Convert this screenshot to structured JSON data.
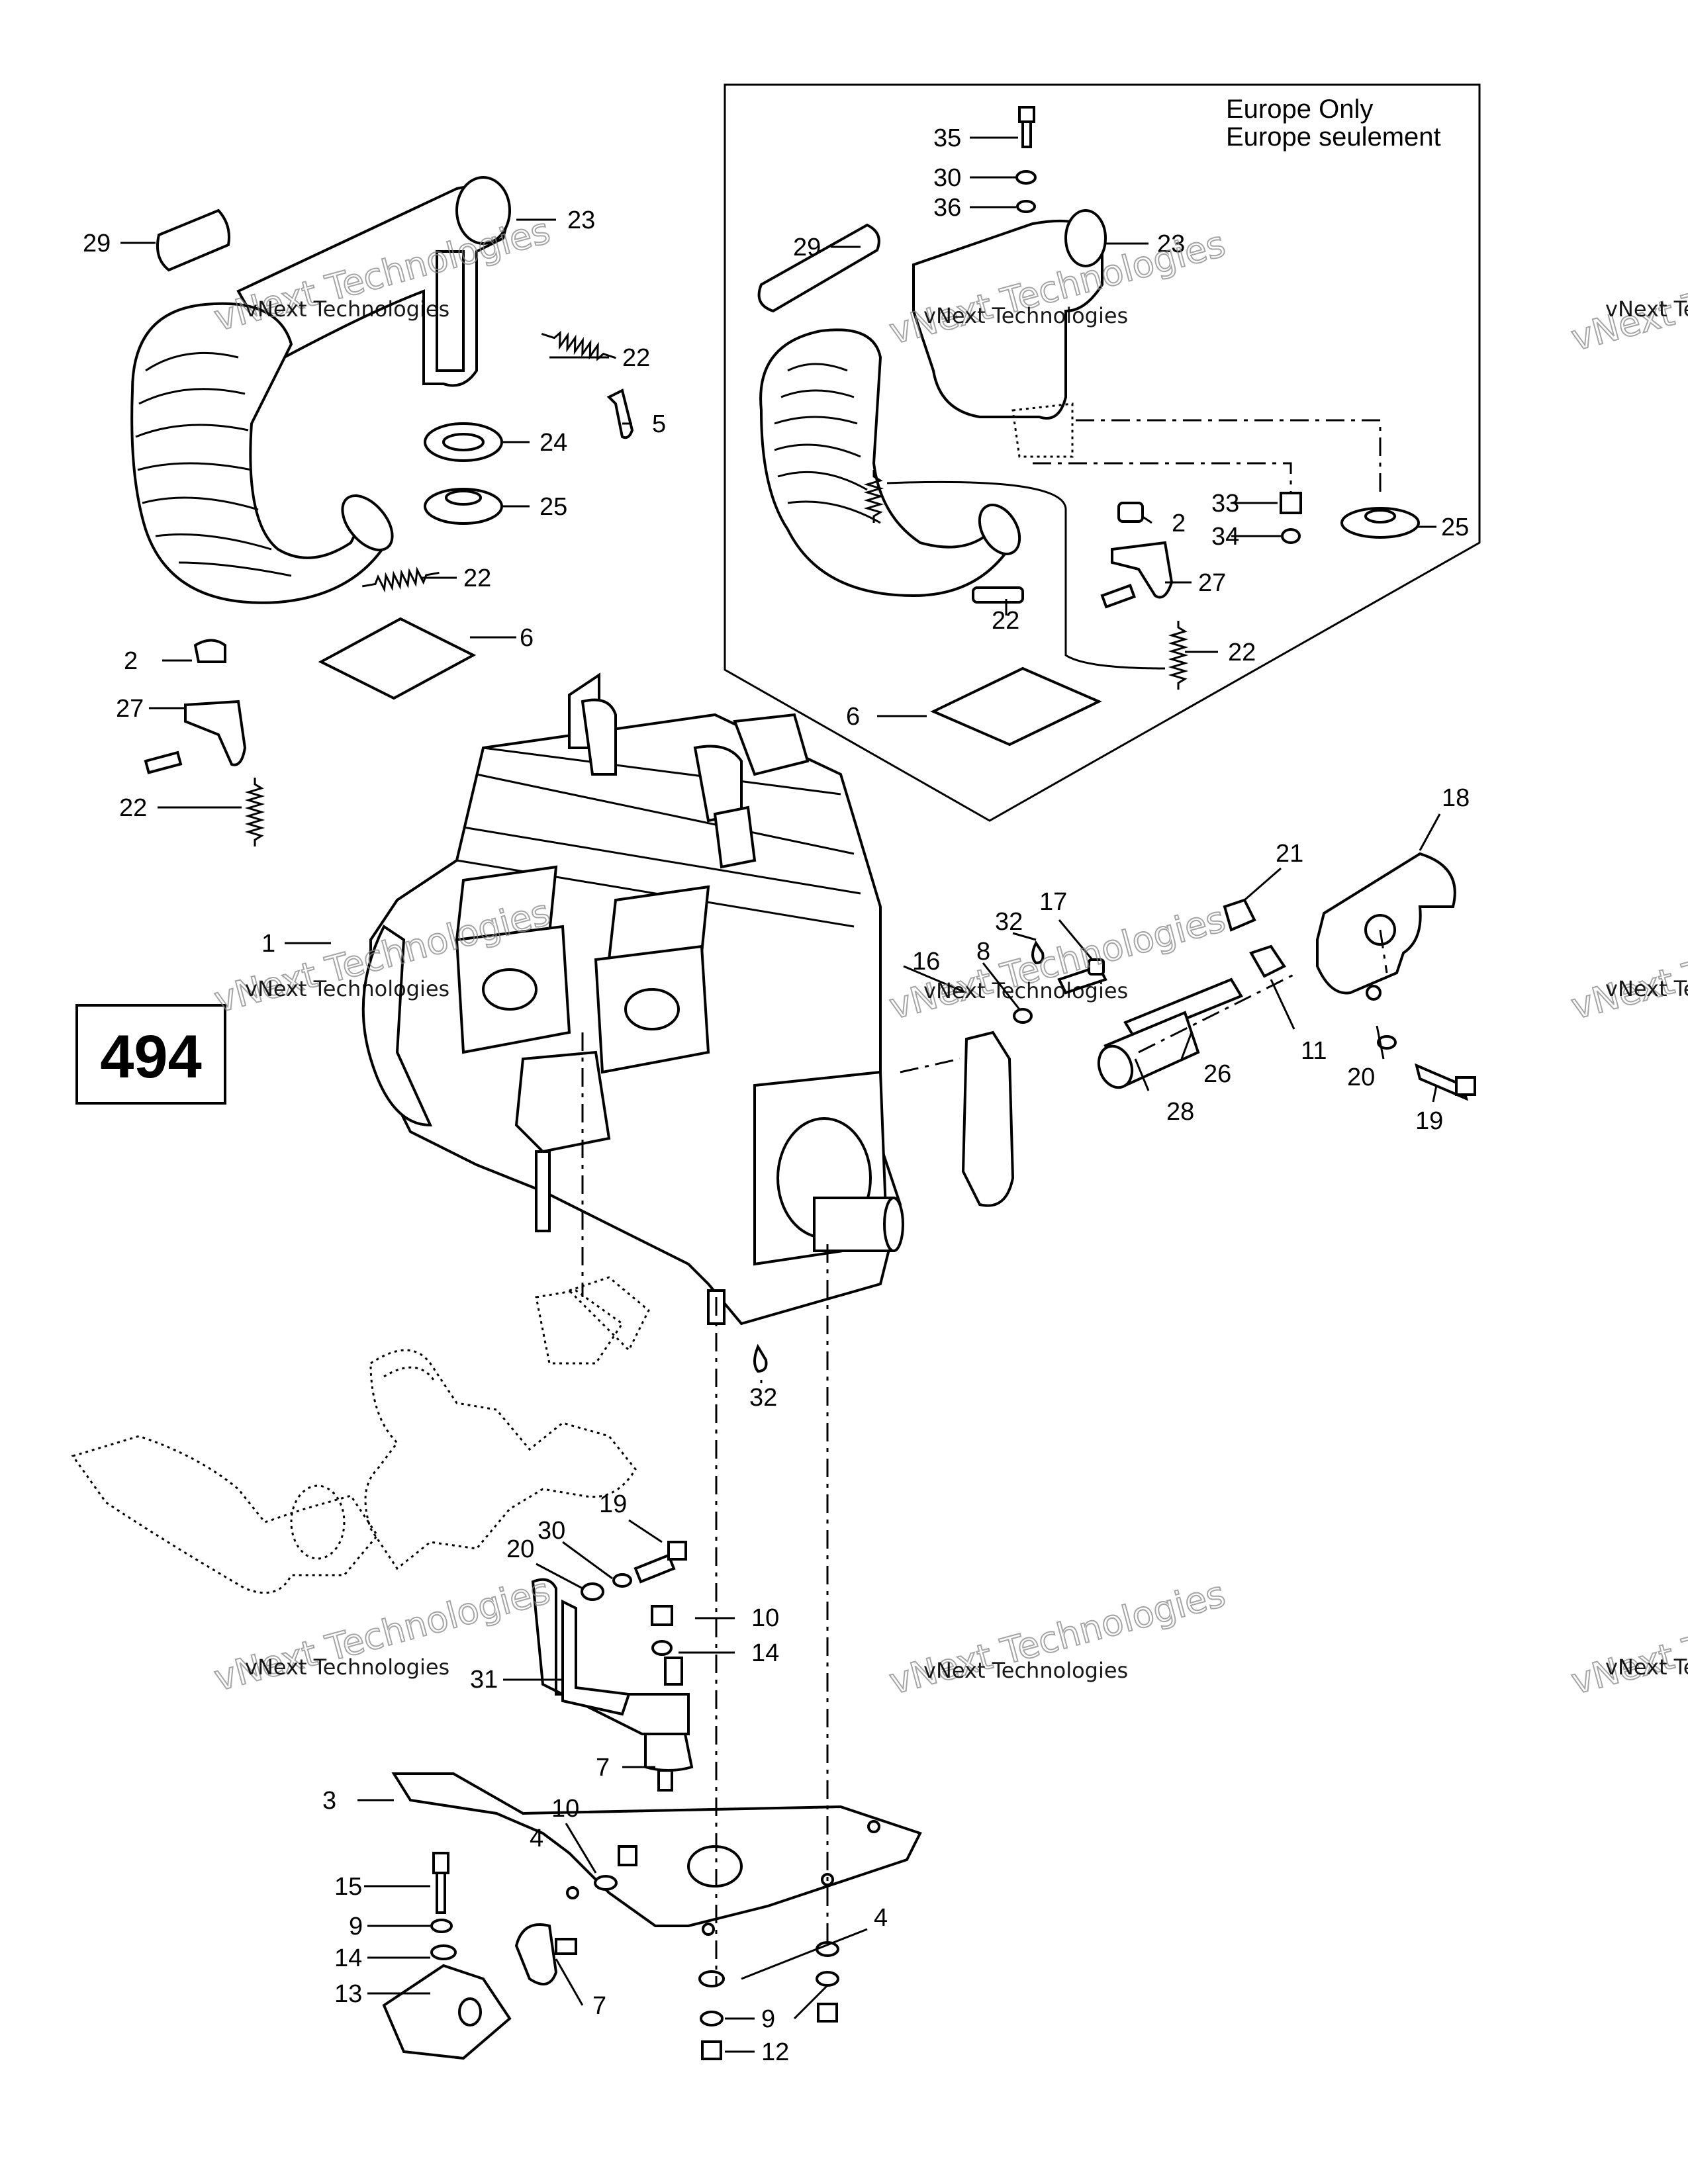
{
  "page_number": "494",
  "inset": {
    "title_line1": "Europe Only",
    "title_line2": "Europe seulement"
  },
  "watermark": {
    "line1": "vNext Technologies",
    "line2": "vNext Technologies"
  },
  "callouts": {
    "c1": "1",
    "c2a": "2",
    "c2b": "2",
    "c3": "3",
    "c4a": "4",
    "c4b": "4",
    "c5": "5",
    "c6a": "6",
    "c6b": "6",
    "c7a": "7",
    "c7b": "7",
    "c8": "8",
    "c9a": "9",
    "c9b": "9",
    "c10a": "10",
    "c10b": "10",
    "c11": "11",
    "c12": "12",
    "c13": "13",
    "c14a": "14",
    "c14b": "14",
    "c15": "15",
    "c16": "16",
    "c17": "17",
    "c18": "18",
    "c19a": "19",
    "c19b": "19",
    "c20a": "20",
    "c20b": "20",
    "c21": "21",
    "c22a": "22",
    "c22b": "22",
    "c22c": "22",
    "c22d": "22",
    "c22e": "22",
    "c23a": "23",
    "c23b": "23",
    "c24": "24",
    "c25a": "25",
    "c25b": "25",
    "c26": "26",
    "c27a": "27",
    "c27b": "27",
    "c28": "28",
    "c29a": "29",
    "c29b": "29",
    "c30a": "30",
    "c30b": "30",
    "c31": "31",
    "c32a": "32",
    "c32b": "32",
    "c33": "33",
    "c34": "34",
    "c35": "35",
    "c36": "36"
  }
}
